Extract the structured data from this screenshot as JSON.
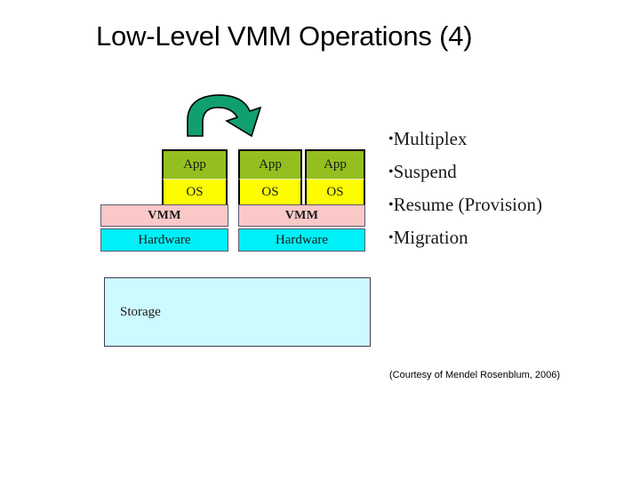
{
  "slide": {
    "title": "Low-Level VMM Operations (4)",
    "credit": "(Courtesy of Mendel Rosenblum, 2006)"
  },
  "diagram": {
    "arrow": {
      "name": "migration-arrow",
      "color": "#10a070",
      "outline": "#000000",
      "direction": "left-to-right-curved"
    },
    "left_host": {
      "stacks": [
        {
          "app_label": "App",
          "os_label": "OS"
        }
      ],
      "vmm_label": "VMM",
      "hardware_label": "Hardware"
    },
    "right_host": {
      "stacks": [
        {
          "app_label": "App",
          "os_label": "OS"
        },
        {
          "app_label": "App",
          "os_label": "OS"
        }
      ],
      "vmm_label": "VMM",
      "hardware_label": "Hardware"
    },
    "storage_label": "Storage",
    "colors": {
      "app": "#93c01f",
      "os": "#fdfd00",
      "vmm": "#fbc8c8",
      "hardware": "#00f0f8",
      "storage": "#ccfaff",
      "arrow": "#10a070"
    }
  },
  "operations": {
    "items": [
      {
        "bullet": "•",
        "label": "Multiplex"
      },
      {
        "bullet": "•",
        "label": "Suspend"
      },
      {
        "bullet": "•",
        "label": "Resume (Provision)"
      },
      {
        "bullet": "•",
        "label": "Migration"
      }
    ]
  }
}
